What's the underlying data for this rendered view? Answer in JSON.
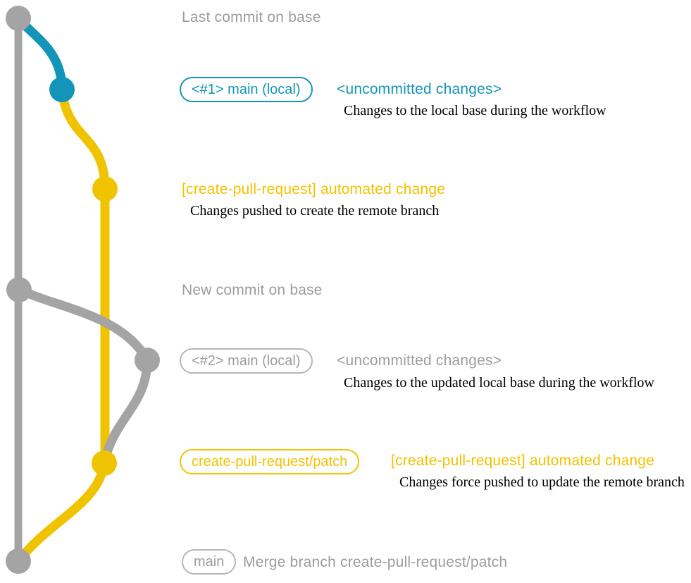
{
  "colors": {
    "graph_gray": "#a4a4a4",
    "teal": "#1295b8",
    "yellow": "#f0c300",
    "yellow_text": "#f2c200",
    "text_gray": "#9d9d9d",
    "border_gray": "#b6b6b6"
  },
  "rows": {
    "last_commit_on_base": {
      "text": "Last commit on base"
    },
    "main_local_1": {
      "tag": "<#1> main (local)",
      "heading": "<uncommitted changes>",
      "description": "Changes to the local base during the workflow"
    },
    "automated_change_1": {
      "heading": "[create-pull-request] automated change",
      "description": "Changes pushed to create the remote branch"
    },
    "new_commit_on_base": {
      "text": "New commit on base"
    },
    "main_local_2": {
      "tag": "<#2> main (local)",
      "heading": "<uncommitted changes>",
      "description": "Changes to the updated local base during the workflow"
    },
    "automated_change_2": {
      "tag": "create-pull-request/patch",
      "heading": "[create-pull-request] automated change",
      "description": "Changes force pushed to update the remote branch"
    },
    "merge_main": {
      "tag": "main",
      "text": "Merge branch create-pull-request/patch"
    }
  }
}
